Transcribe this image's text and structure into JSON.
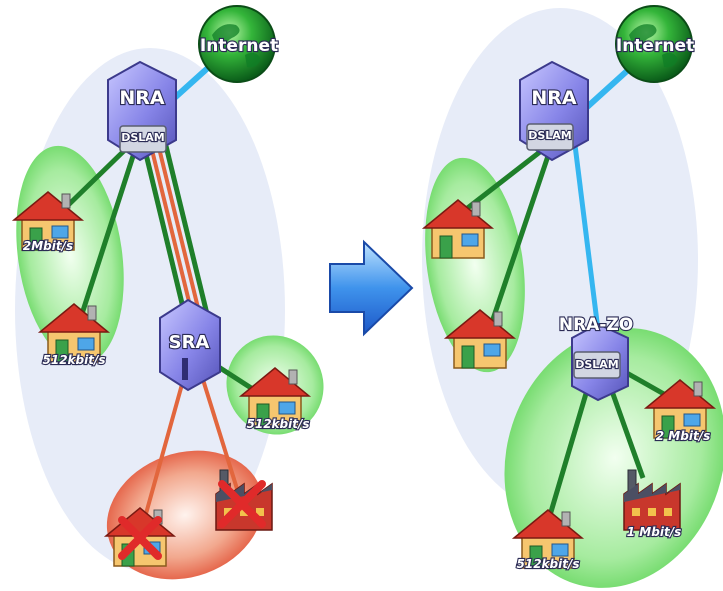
{
  "colors": {
    "zone_blue": "#e6ecf8",
    "zone_green": "#6fd86a",
    "zone_red": "#e65a3c",
    "link_green": "#1f7f2a",
    "link_red": "#e2663d",
    "link_blue": "#35b6f0",
    "box_purple": "#8a88e6",
    "roof_red": "#d8372a",
    "arrow_blue": "#2f7fe0"
  },
  "left": {
    "internet": "Internet",
    "nra": "NRA",
    "dslam": "DSLAM",
    "sra": "SRA",
    "house_2m": "2Mbit/s",
    "house_512_left": "512kbit/s",
    "house_512_right": "512kbit/s"
  },
  "right": {
    "internet": "Internet",
    "nra": "NRA",
    "dslam": "DSLAM",
    "nra_zo": "NRA-ZO",
    "dslam_zo": "DSLAM",
    "house_2m": "2 Mbit/s",
    "factory_1m": "1 Mbit/s",
    "house_512": "512kbit/s"
  }
}
